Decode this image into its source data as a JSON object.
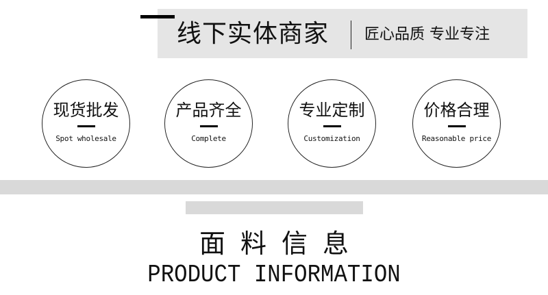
{
  "header": {
    "title": "线下实体商家",
    "subtitle": "匠心品质 专业专注"
  },
  "features": [
    {
      "cn": "现货批发",
      "en": "Spot wholesale"
    },
    {
      "cn": "产品齐全",
      "en": "Complete"
    },
    {
      "cn": "专业定制",
      "en": "Customization"
    },
    {
      "cn": "价格合理",
      "en": "Reasonable price"
    }
  ],
  "section": {
    "title_cn": "面料信息",
    "title_en": "PRODUCT INFORMATION"
  },
  "colors": {
    "banner_bg": "#e5e5e5",
    "band_bg": "#d9d9d9",
    "text": "#111111"
  }
}
